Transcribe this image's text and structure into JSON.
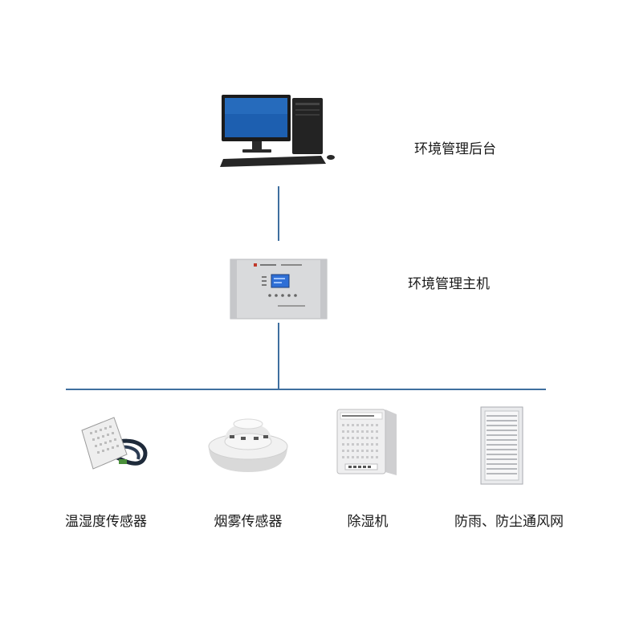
{
  "nodes": {
    "backend": {
      "label": "环境管理后台"
    },
    "host": {
      "label": "环境管理主机"
    }
  },
  "devices": [
    {
      "label": "温湿度传感器"
    },
    {
      "label": "烟雾传感器"
    },
    {
      "label": "除湿机"
    },
    {
      "label": "防雨、防尘通风网"
    }
  ],
  "colors": {
    "connector": "#3f6f9f",
    "screen": "#1d5fb0"
  }
}
